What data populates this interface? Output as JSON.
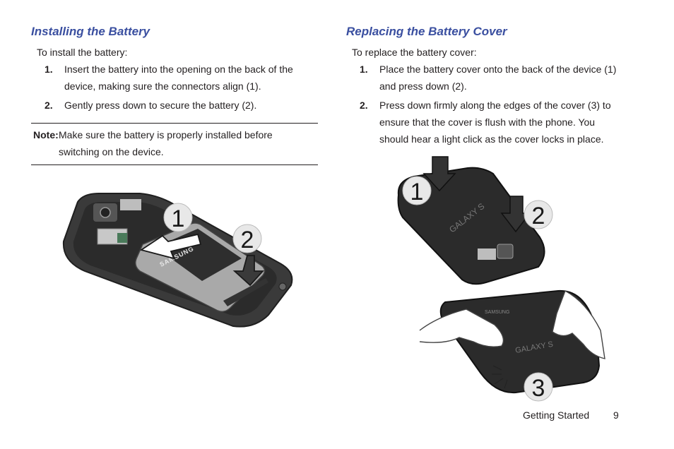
{
  "left": {
    "heading": "Installing the Battery",
    "intro": "To install the battery:",
    "steps": [
      {
        "num": "1.",
        "lines": [
          "Insert the battery into the opening on the back of the",
          "device, making sure the connectors align (1)."
        ]
      },
      {
        "num": "2.",
        "lines": [
          "Gently press down to secure the battery (2)."
        ]
      }
    ],
    "note": {
      "label": "Note:",
      "lines": [
        "Make sure the battery is properly installed before",
        "switching on the device."
      ]
    },
    "figure": {
      "callouts": [
        "1",
        "2"
      ],
      "battery_brand": "SAMSUNG"
    }
  },
  "right": {
    "heading": "Replacing the Battery Cover",
    "intro": "To replace the battery cover:",
    "steps": [
      {
        "num": "1.",
        "lines": [
          "Place the battery cover onto the back of the device (1)",
          "and press down (2)."
        ]
      },
      {
        "num": "2.",
        "lines": [
          "Press down firmly along the edges of the cover (3) to",
          "ensure that the cover is flush with the phone. You",
          "should hear a light click as the cover locks in place."
        ]
      }
    ],
    "figure": {
      "callouts": [
        "1",
        "2",
        "3"
      ],
      "cover_brand": "SAMSUNG",
      "cover_model": "GALAXY S"
    }
  },
  "footer": {
    "section": "Getting Started",
    "page": "9"
  }
}
